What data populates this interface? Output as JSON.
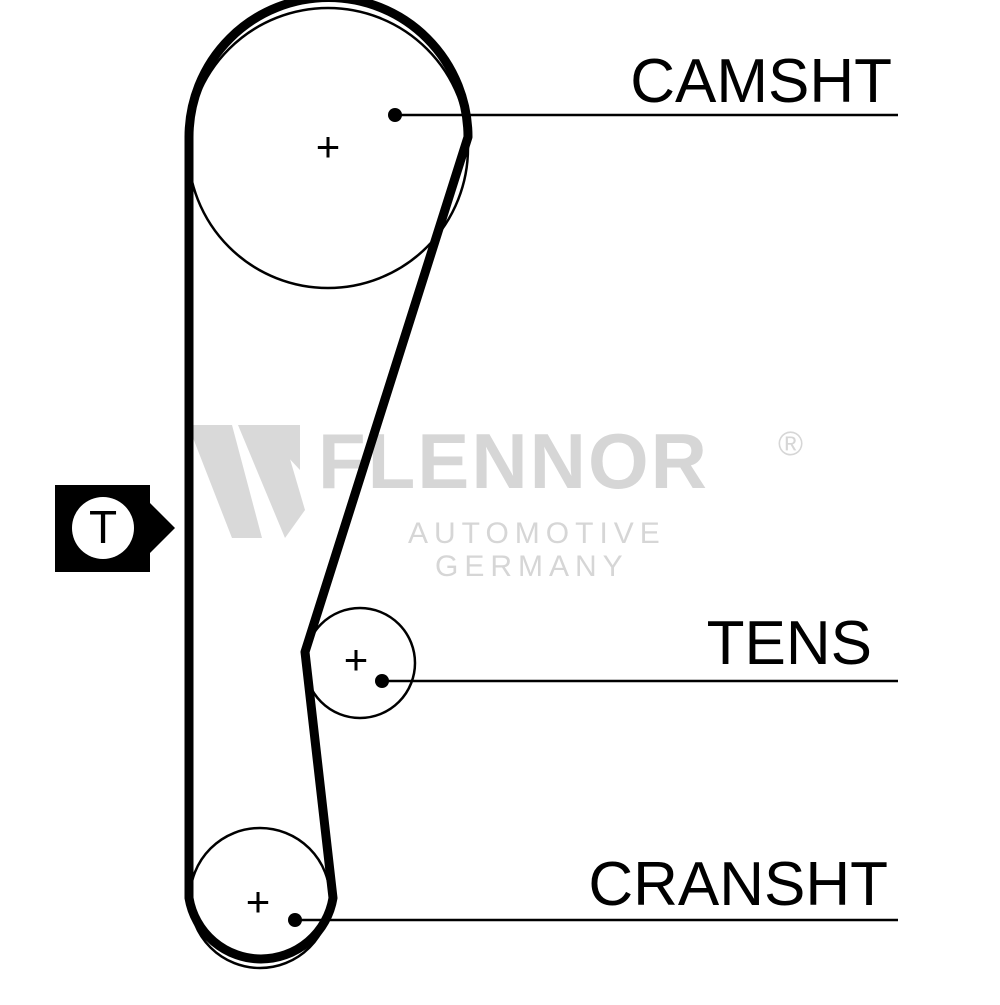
{
  "labels": {
    "camshaft": "CAMSHT",
    "tensioner": "TENS",
    "crankshaft": "CRANSHT"
  },
  "marker": {
    "letter": "T"
  },
  "watermark": {
    "brand": "FLENNOR",
    "registered": "®",
    "line1": "AUTOMOTIVE",
    "line2": "GERMANY"
  },
  "center_marks": {
    "symbol": "+"
  },
  "colors": {
    "ink": "#000000",
    "watermark": "#d6d6d6",
    "background": "#ffffff"
  }
}
